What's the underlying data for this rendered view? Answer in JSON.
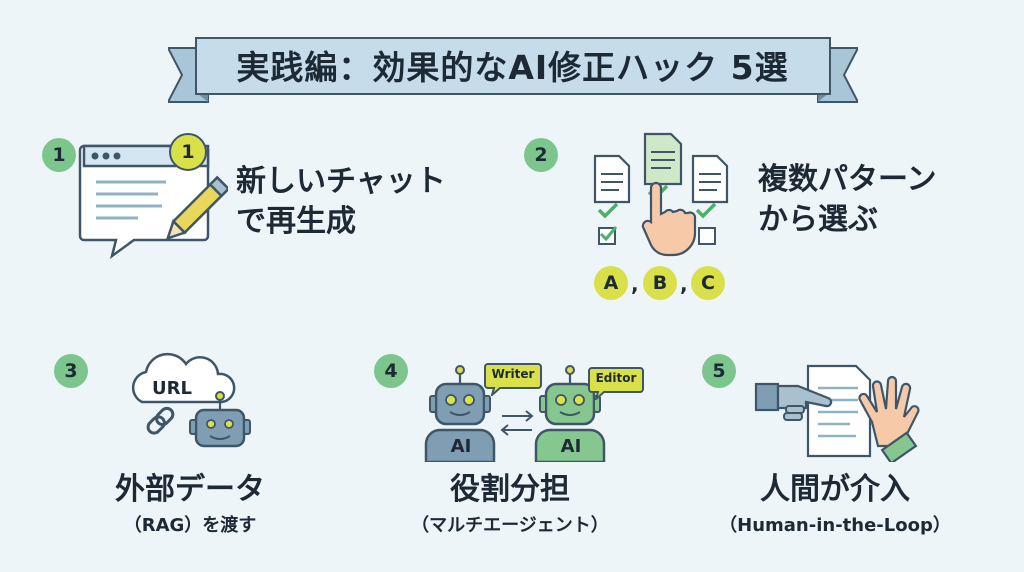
{
  "banner": {
    "title": "実践編：効果的なAI修正ハック 5選"
  },
  "items": [
    {
      "number": "1",
      "title_line1": "新しいチャット",
      "title_line2": "で再生成",
      "icon_badge": "1"
    },
    {
      "number": "2",
      "title_line1": "複数パターン",
      "title_line2": "から選ぶ",
      "options": [
        "A",
        "B",
        "C"
      ],
      "separator": ","
    },
    {
      "number": "3",
      "title": "外部データ",
      "subtitle": "（RAG）を渡す",
      "cloud_label": "URL"
    },
    {
      "number": "4",
      "title": "役割分担",
      "subtitle": "（マルチエージェント）",
      "writer_label": "Writer",
      "editor_label": "Editor",
      "robot_label": "AI"
    },
    {
      "number": "5",
      "title": "人間が介入",
      "subtitle": "（Human-in-the-Loop）"
    }
  ],
  "colors": {
    "background": "#eef5f9",
    "banner": "#bcd5e4",
    "accent_green": "#7cc68e",
    "yellow": "#d9e04a",
    "robot": "#7f9eb3"
  }
}
